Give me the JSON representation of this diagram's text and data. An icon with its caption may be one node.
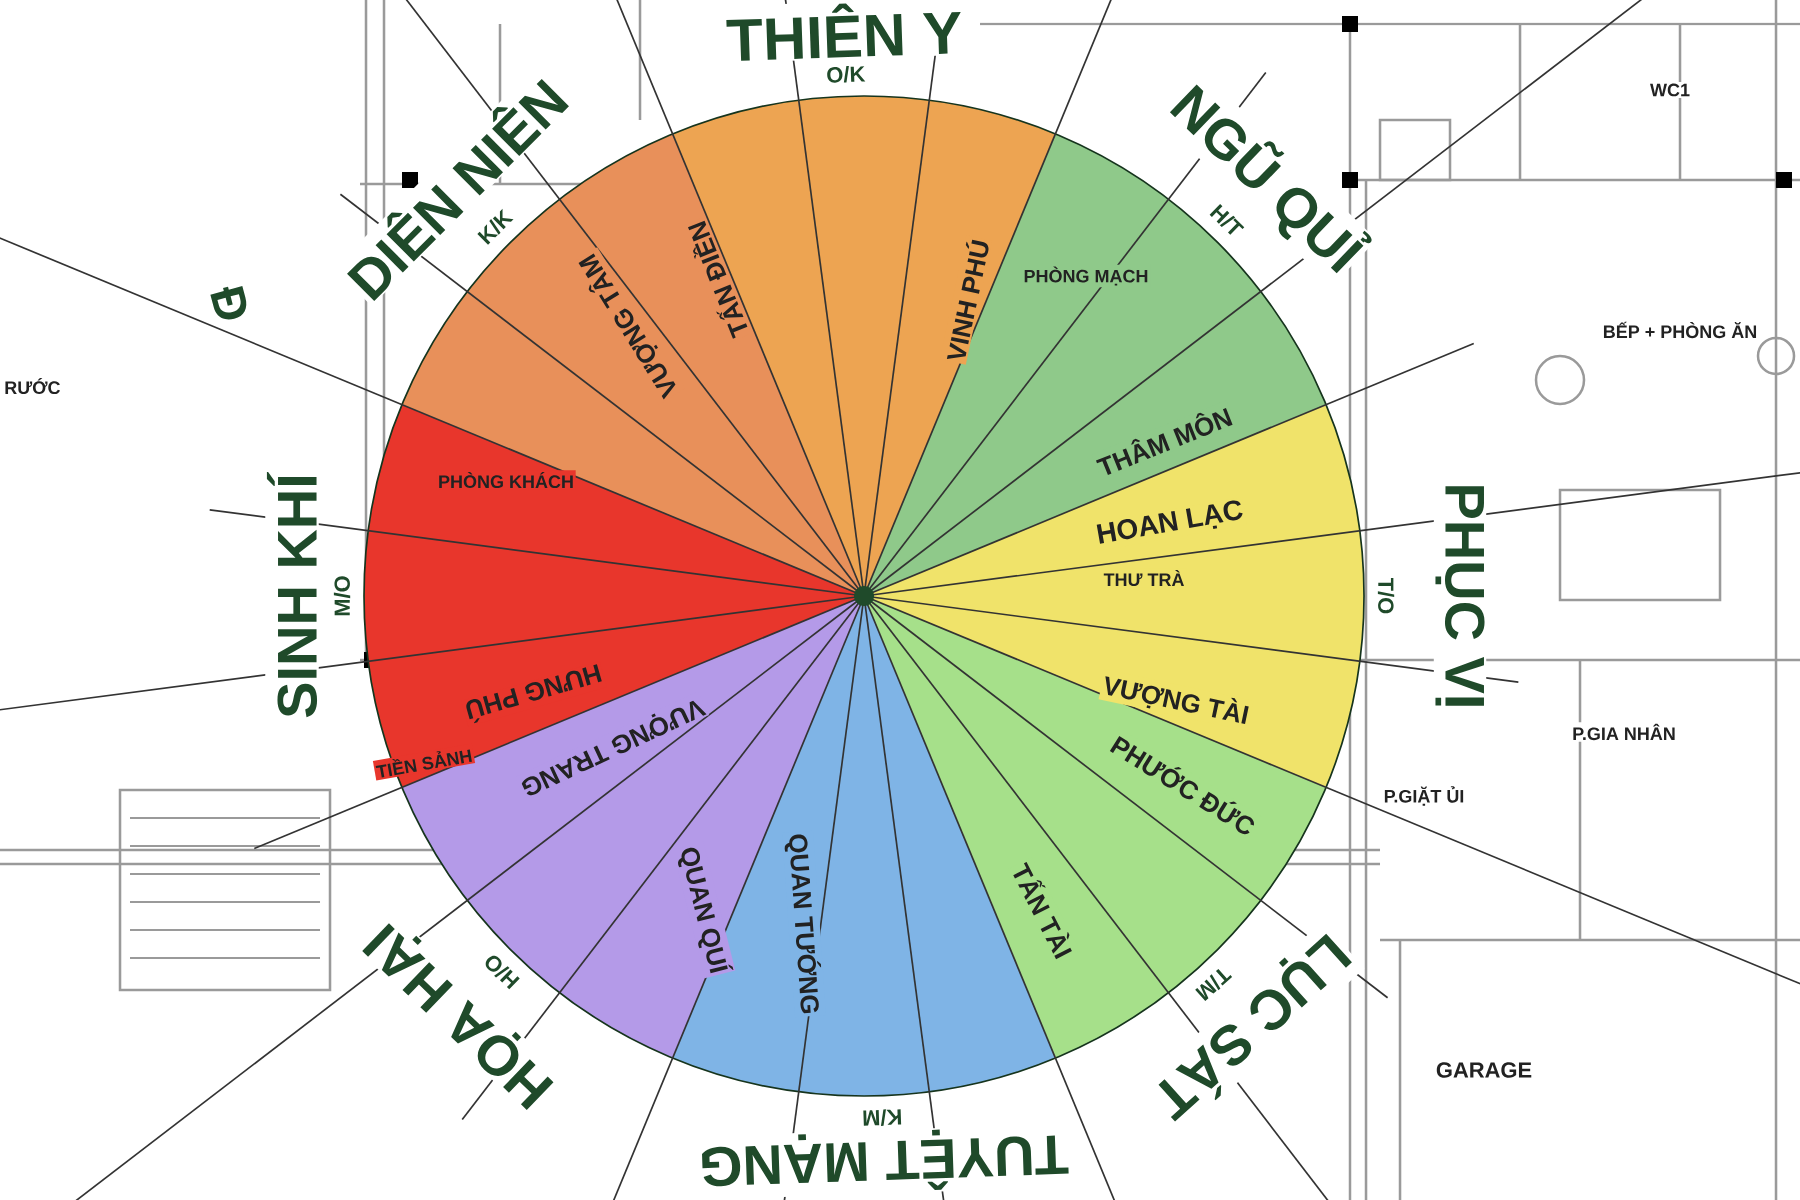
{
  "diagram": {
    "labels": [
      "THIÊN Y",
      "O/K",
      "WC1",
      "DIÊN NIÊN",
      "K/K",
      "NGŨ QUỈ",
      "H/T",
      "Đ",
      "VƯỢNG TÂM",
      "TẤN ĐIỀN",
      "VINH PHÚ",
      "PHÒNG MẠCH",
      "BẾP + PHÒNG ĂN",
      "RƯỚC",
      "THÂM MÔN",
      "PHÒNG KHÁCH",
      "HOAN LẠC",
      "THƯ TRÀ",
      "SINH KHÍ",
      "M/O",
      "PHỤC VỊ",
      "T/O",
      "HƯNG PHÚ",
      "VƯỢNG TÀI",
      "P.GIA NHÂN",
      "TIỀN SẢNH",
      "VƯỢNG TRANG",
      "PHƯỚC ĐỨC",
      "P.GIẶT ỦI",
      "QUAN QUÍ",
      "QUAN TƯỚNG",
      "TẤN TÀI",
      "HỌA HẠI",
      "H/O",
      "T/M",
      "LỤC SÁT",
      "GARAGE",
      "K/M",
      "TUYỆT MẠNG"
    ]
  }
}
